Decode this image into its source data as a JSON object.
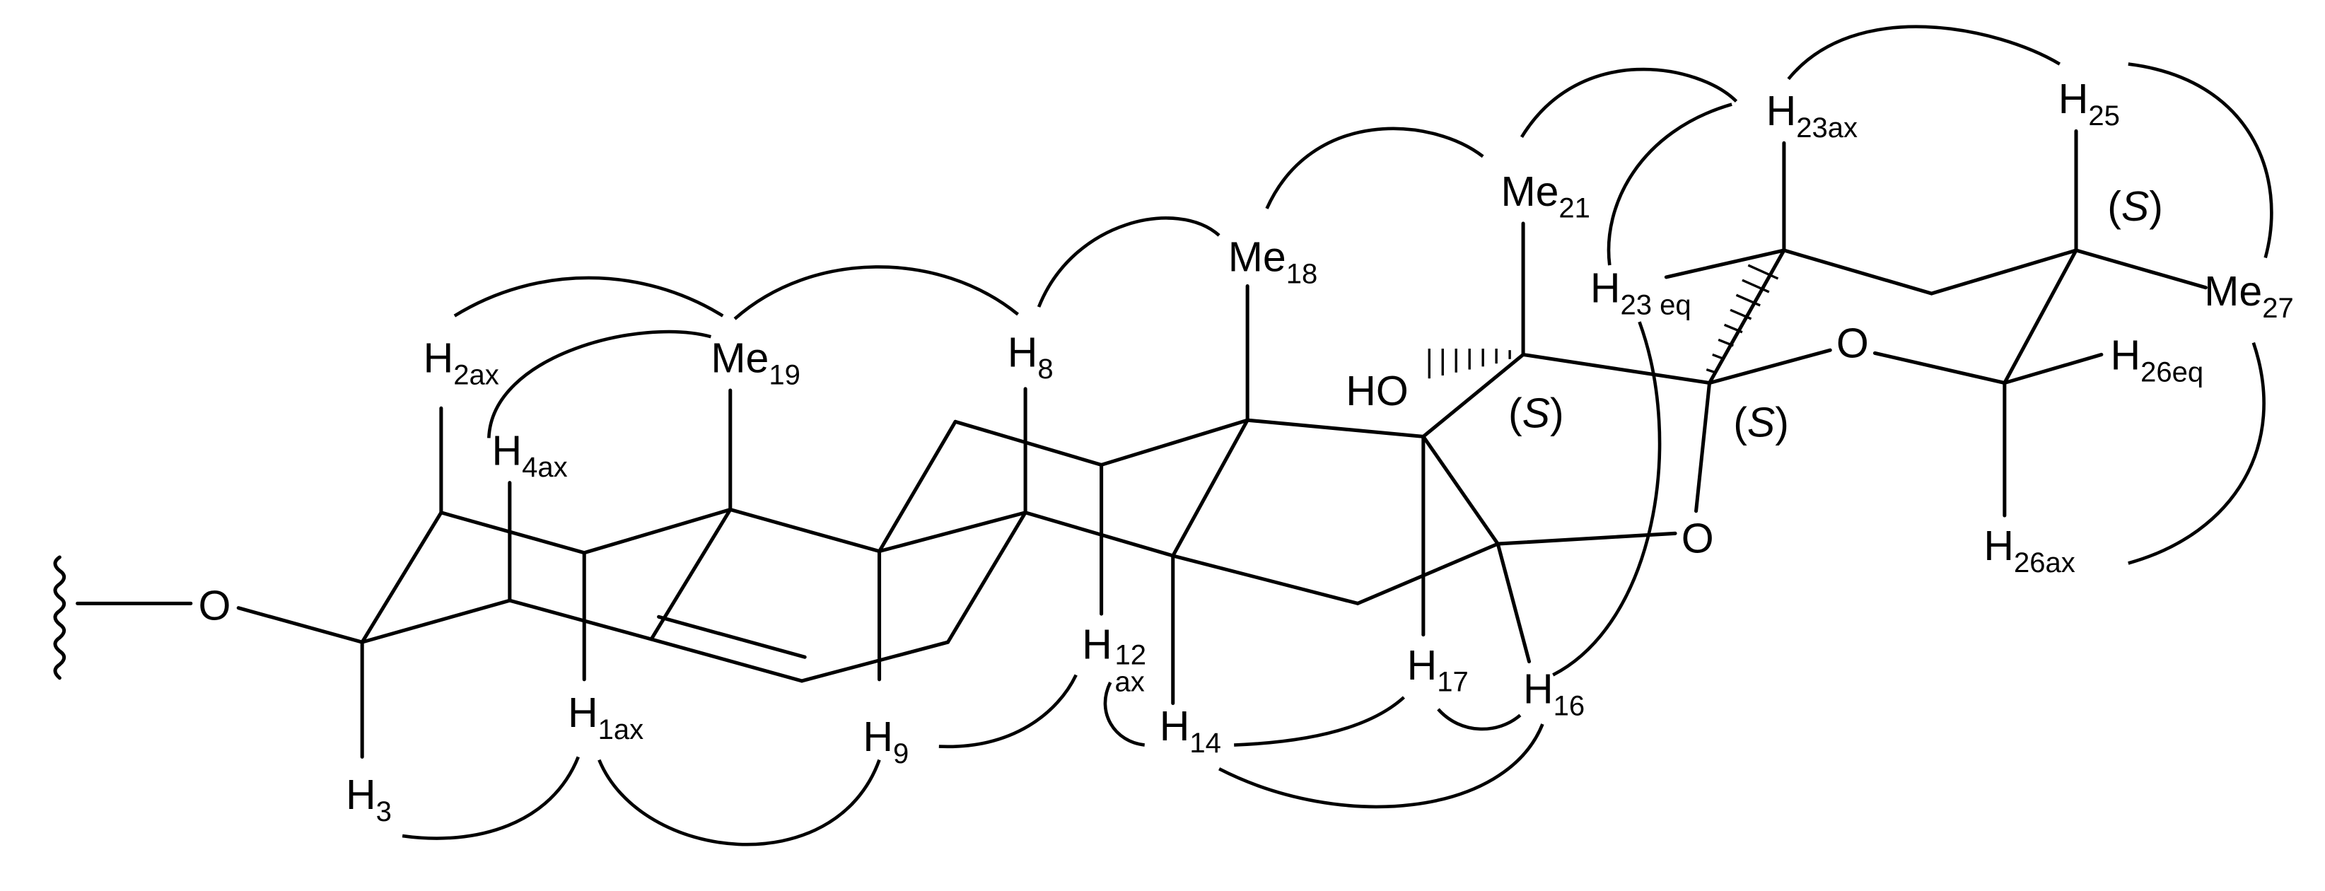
{
  "labels": {
    "o_ether": "O",
    "h2ax_main": "H",
    "h2ax_sub": "2ax",
    "me19_main": "Me",
    "me19_sub": "19",
    "h4ax_main": "H",
    "h4ax_sub": "4ax",
    "h1ax_main": "H",
    "h1ax_sub": "1ax",
    "h3_main": "H",
    "h3_sub": "3",
    "h8_main": "H",
    "h8_sub": "8",
    "h9_main": "H",
    "h9_sub": "9",
    "me18_main": "Me",
    "me18_sub": "18",
    "h12ax_main": "H",
    "h12ax_sub_top": "12",
    "h12ax_sub_bot": "ax",
    "h14_main": "H",
    "h14_sub": "14",
    "ho": "HO",
    "s_c20_open": "(",
    "s_c20_letter": "S",
    "s_c20_close": ")",
    "me21_main": "Me",
    "me21_sub": "21",
    "h17_main": "H",
    "h17_sub": "17",
    "h16_main": "H",
    "h16_sub": "16",
    "o_furan": "O",
    "s_c22_open": "(",
    "s_c22_letter": "S",
    "s_c22_close": ")",
    "h23eq_main": "H",
    "h23eq_sub": "23 eq",
    "h23ax_main": "H",
    "h23ax_sub": "23ax",
    "h25_main": "H",
    "h25_sub": "25",
    "s_c25_open": "(",
    "s_c25_letter": "S",
    "s_c25_close": ")",
    "me27_main": "Me",
    "me27_sub": "27",
    "o_pyran": "O",
    "h26eq_main": "H",
    "h26eq_sub": "26eq",
    "h26ax_main": "H",
    "h26ax_sub": "26ax"
  }
}
